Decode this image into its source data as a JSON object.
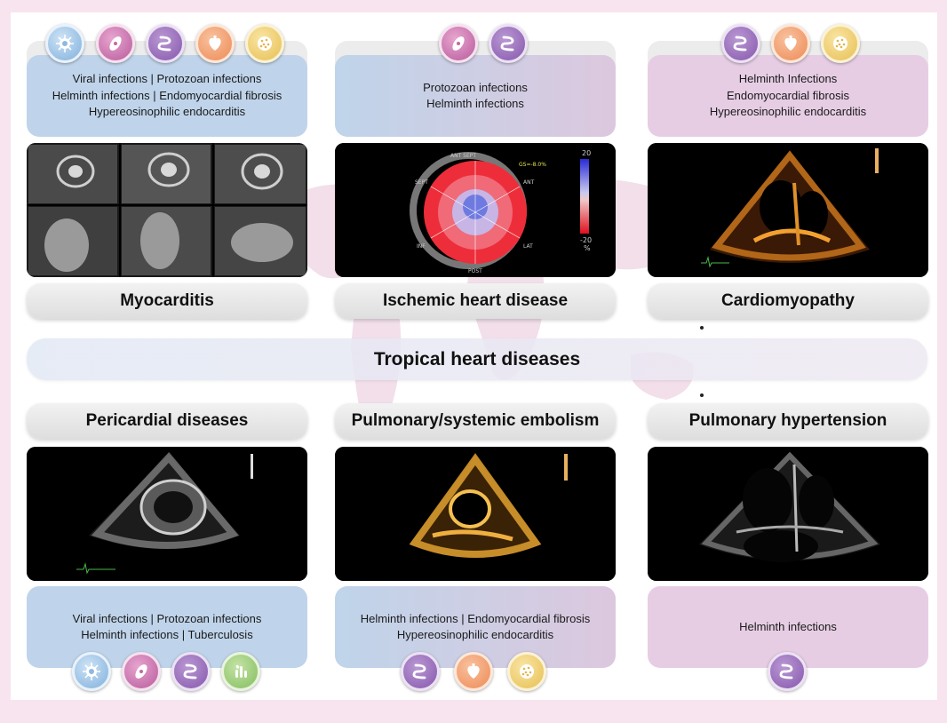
{
  "title": "Tropical heart diseases",
  "columns": [
    {
      "key": "myocarditis",
      "label": "Myocarditis",
      "info_lines": [
        "Viral infections | Protozoan infections",
        "Helminth infections | Endomyocardial fibrosis",
        "Hypereosinophilic endocarditis"
      ],
      "icons": [
        "virus-icon",
        "protozoan-icon",
        "helminth-icon",
        "heart-icon",
        "eosinophil-icon"
      ],
      "image": "cardiac-mri-panels"
    },
    {
      "key": "ischemic",
      "label": "Ischemic heart disease",
      "info_lines": [
        "Protozoan infections",
        "Helminth infections"
      ],
      "icons": [
        "protozoan-icon",
        "helminth-icon"
      ],
      "image": "strain-bullseye-map"
    },
    {
      "key": "cardiomyopathy",
      "label": "Cardiomyopathy",
      "info_lines": [
        "Helminth Infections",
        "Endomyocardial fibrosis",
        "Hypereosinophilic endocarditis"
      ],
      "icons": [
        "helminth-icon",
        "heart-icon",
        "eosinophil-icon"
      ],
      "image": "echo-apical-view"
    },
    {
      "key": "pericardial",
      "label": "Pericardial diseases",
      "info_lines": [
        "Viral infections | Protozoan infections",
        "Helminth infections | Tuberculosis"
      ],
      "icons": [
        "virus-icon",
        "protozoan-icon",
        "helminth-icon",
        "tuberculosis-icon"
      ],
      "image": "echo-short-axis"
    },
    {
      "key": "embolism",
      "label": "Pulmonary/systemic embolism",
      "info_lines": [
        "Helminth infections | Endomyocardial fibrosis",
        "Hypereosinophilic endocarditis"
      ],
      "icons": [
        "helminth-icon",
        "heart-icon",
        "eosinophil-icon"
      ],
      "image": "echo-golden-short-axis"
    },
    {
      "key": "pulm_htn",
      "label": "Pulmonary hypertension",
      "info_lines": [
        "Helminth infections"
      ],
      "icons": [
        "helminth-icon"
      ],
      "image": "echo-four-chamber"
    }
  ],
  "bullseye": {
    "scale_max": "20",
    "scale_min": "-20",
    "unit": "%",
    "segment_labels": [
      "ANT",
      "LAT",
      "POST",
      "INF",
      "SEPT",
      "ANT SEPT"
    ],
    "gls": "GS=-8.0%"
  },
  "colors": {
    "page_bg": "#f7e4ee",
    "info_blue": "#bfd4ea",
    "info_pink": "#e6cde4",
    "virus": "#7fb0dc",
    "protozoan": "#b85b9c",
    "helminth": "#8657ad",
    "heart": "#ee8a55",
    "eosinophil": "#e7bf52",
    "tuberculosis": "#83bd5e"
  }
}
